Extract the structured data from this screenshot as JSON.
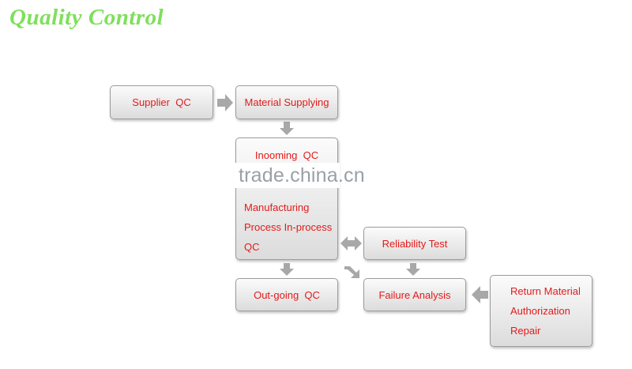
{
  "title": "Quality Control",
  "watermark": "trade.china.cn",
  "boxes": {
    "supplier_qc": "Supplier  QC",
    "material_supplying": "Material Supplying",
    "incoming_qc": "Inooming  QC",
    "manufacturing": [
      "Manufacturing",
      "Process In-process",
      "QC"
    ],
    "reliability_test": "Reliability Test",
    "outgoing_qc": "Out-going  QC",
    "failure_analysis": "Failure Analysis",
    "return_material": [
      "Return Material",
      "Authorization",
      "Repair"
    ]
  },
  "colors": {
    "title": "#7ee05a",
    "box_text": "#e41a1a",
    "arrow": "#a8a8a8"
  }
}
